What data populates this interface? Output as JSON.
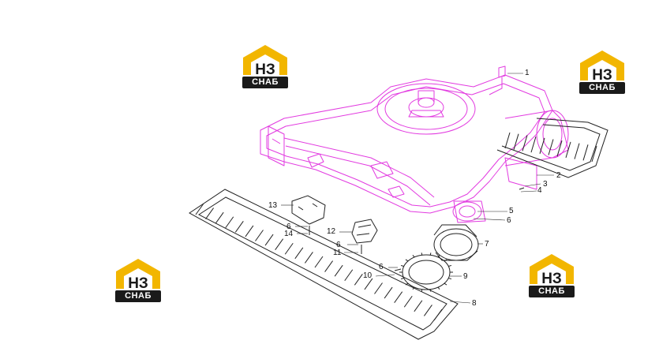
{
  "brand": {
    "logo_letters": "НЗ",
    "logo_text": "СНАБ",
    "colors": {
      "yellow": "#f2b600",
      "dark": "#1a1a1a",
      "diagram": "#e23be0",
      "track": "#222222"
    }
  },
  "callouts": [
    {
      "id": "1",
      "label": "1"
    },
    {
      "id": "2",
      "label": "2"
    },
    {
      "id": "3",
      "label": "3"
    },
    {
      "id": "4",
      "label": "4"
    },
    {
      "id": "5",
      "label": "5"
    },
    {
      "id": "6a",
      "label": "6"
    },
    {
      "id": "7",
      "label": "7"
    },
    {
      "id": "8",
      "label": "8"
    },
    {
      "id": "9",
      "label": "9"
    },
    {
      "id": "6b",
      "label": "6"
    },
    {
      "id": "10",
      "label": "10"
    },
    {
      "id": "12",
      "label": "12"
    },
    {
      "id": "6c",
      "label": "6"
    },
    {
      "id": "11",
      "label": "11"
    },
    {
      "id": "13",
      "label": "13"
    },
    {
      "id": "6d",
      "label": "6"
    },
    {
      "id": "14",
      "label": "14"
    }
  ]
}
